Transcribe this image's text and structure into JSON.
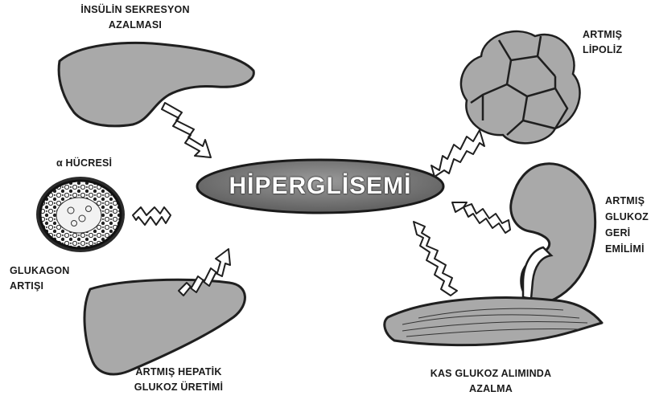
{
  "center": {
    "title": "HİPERGLİSEMİ"
  },
  "labels": {
    "pancreas_line1": "İNSÜLİN SEKRESYON",
    "pancreas_line2": "AZALMASI",
    "alpha_cell": "α HÜCRESİ",
    "glucagon_line1": "GLUKAGON",
    "glucagon_line2": "ARTIŞI",
    "liver_line1": "ARTMIŞ HEPATİK",
    "liver_line2": "GLUKOZ ÜRETİMİ",
    "lipolysis_line1": "ARTMIŞ",
    "lipolysis_line2": "LİPOLİZ",
    "kidney_line1": "ARTMIŞ",
    "kidney_line2": "GLUKOZ",
    "kidney_line3": "GERİ",
    "kidney_line4": "EMİLİMİ",
    "muscle_line1": "KAS GLUKOZ ALIMINDA",
    "muscle_line2": "AZALMA"
  },
  "colors": {
    "organ_fill": "#a9a9a9",
    "outline": "#1f1f1f",
    "ellipse_fill": "#7a7a7a",
    "arrow_fill": "#ffffff"
  }
}
